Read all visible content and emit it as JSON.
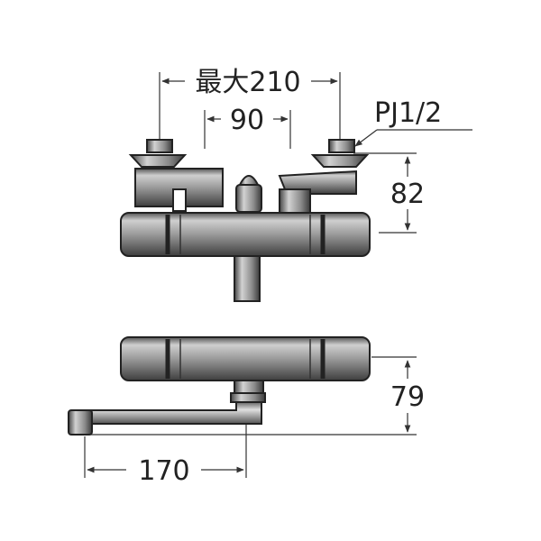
{
  "dimensions": {
    "top_width": "最大210",
    "inlet_spacing": "90",
    "thread_spec": "PJ1/2",
    "inlet_height": "82",
    "spout_height": "79",
    "spout_length": "170"
  },
  "colors": {
    "body_gradient_light": "#c9c9c9",
    "body_gradient_mid": "#8c8c8c",
    "body_gradient_dark": "#4a4a4a",
    "line": "#222222"
  }
}
